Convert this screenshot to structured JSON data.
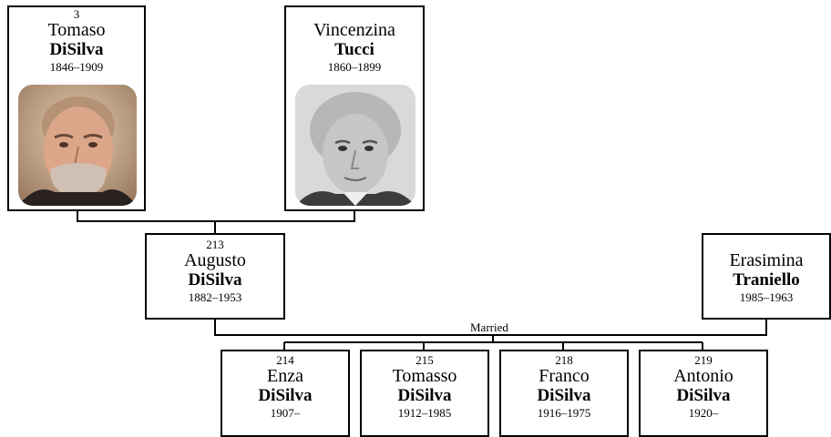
{
  "people": {
    "tomaso": {
      "number": "3",
      "first": "Tomaso",
      "last": "DiSilva",
      "dates": "1846–1909"
    },
    "vincenzina": {
      "number": "",
      "first": "Vincenzina",
      "last": "Tucci",
      "dates": "1860–1899"
    },
    "augusto": {
      "number": "213",
      "first": "Augusto",
      "last": "DiSilva",
      "dates": "1882–1953"
    },
    "erasimina": {
      "number": "",
      "first": "Erasimina",
      "last": "Traniello",
      "dates": "1985–1963"
    },
    "enza": {
      "number": "214",
      "first": "Enza",
      "last": "DiSilva",
      "dates": "1907–"
    },
    "tomasso": {
      "number": "215",
      "first": "Tomasso",
      "last": "DiSilva",
      "dates": "1912–1985"
    },
    "franco": {
      "number": "218",
      "first": "Franco",
      "last": "DiSilva",
      "dates": "1916–1975"
    },
    "antonio": {
      "number": "219",
      "first": "Antonio",
      "last": "DiSilva",
      "dates": "1920–"
    }
  },
  "union_label": "Married",
  "colors": {
    "line": "#000000",
    "box_border": "#000000",
    "background": "#ffffff"
  }
}
